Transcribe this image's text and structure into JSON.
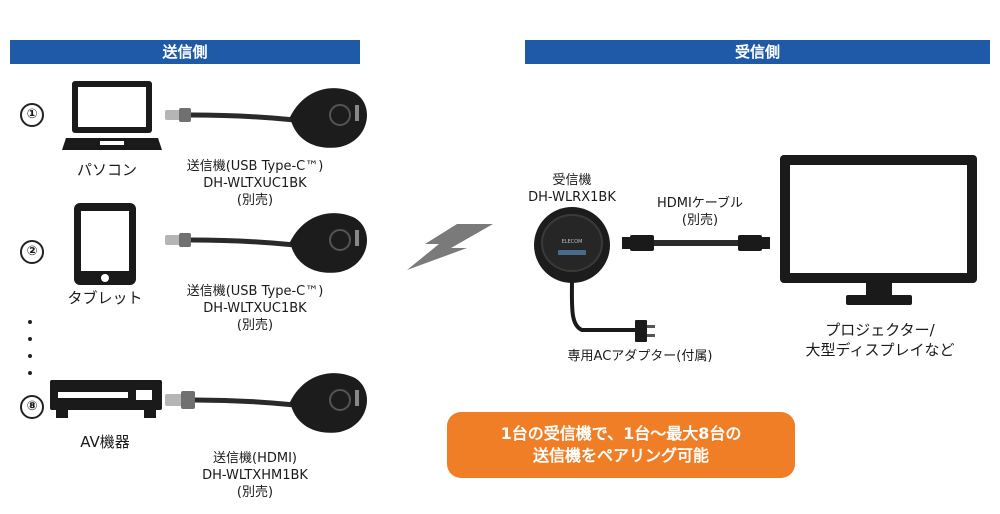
{
  "headers": {
    "sender": "送信側",
    "receiver": "受信側"
  },
  "senders": [
    {
      "number": "①",
      "device": "パソコン",
      "unit_line1": "送信機(USB Type-C™)",
      "unit_line2": "DH-WLTXUC1BK",
      "unit_line3": "(別売)"
    },
    {
      "number": "②",
      "device": "タブレット",
      "unit_line1": "送信機(USB Type-C™)",
      "unit_line2": "DH-WLTXUC1BK",
      "unit_line3": "(別売)"
    },
    {
      "number": "⑧",
      "device": "AV機器",
      "unit_line1": "送信機(HDMI)",
      "unit_line2": "DH-WLTXHM1BK",
      "unit_line3": "(別売)"
    }
  ],
  "receiver": {
    "line1": "受信機",
    "line2": "DH-WLRX1BK"
  },
  "hdmi_cable": {
    "line1": "HDMIケーブル",
    "line2": "(別売)"
  },
  "ac_adapter": "専用ACアダプター(付属)",
  "display": {
    "line1": "プロジェクター/",
    "line2": "大型ディスプレイなど"
  },
  "brand": "ELECOM",
  "callout": {
    "line1": "1台の受信機で、1台～最大8台の",
    "line2": "送信機をペアリング可能"
  },
  "colors": {
    "header_blue": "#1e5aa8",
    "callout_orange": "#f07e26"
  }
}
